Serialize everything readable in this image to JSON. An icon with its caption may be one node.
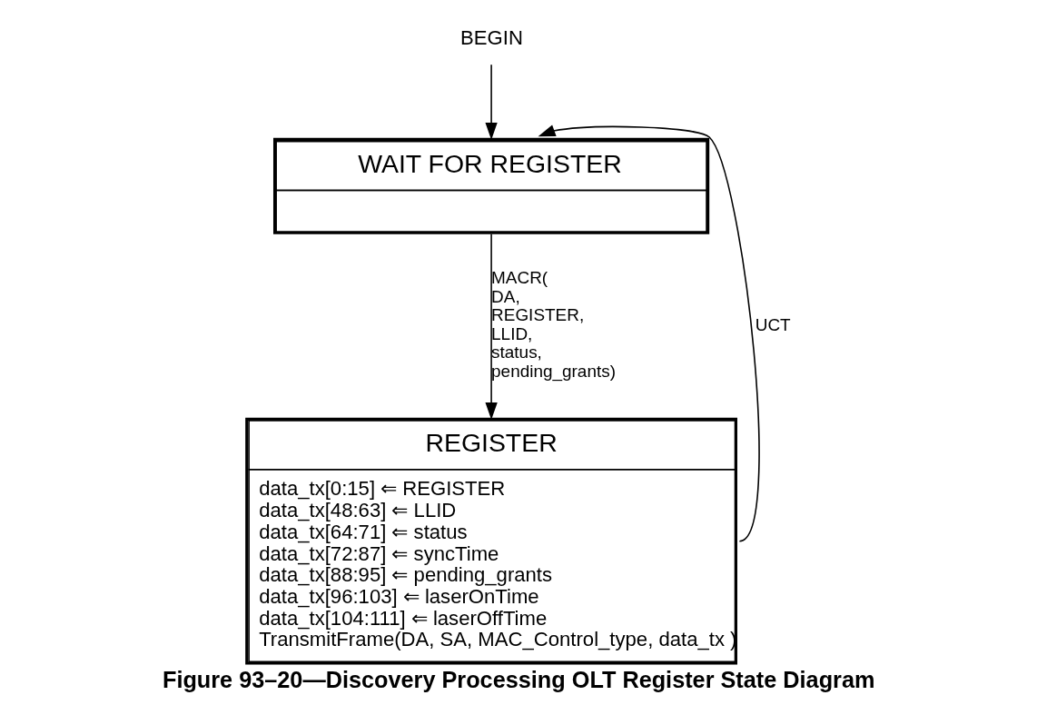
{
  "diagram": {
    "caption": "Figure 93–20—Discovery Processing OLT Register State Diagram",
    "nodes": [
      {
        "text": [
          "BEGIN"
        ]
      },
      {
        "text": [
          "WAIT FOR REGISTER"
        ]
      },
      {
        "text": [
          "REGISTER",
          "data_tx[0:15] ⇐ REGISTER",
          "data_tx[48:63] ⇐ LLID",
          "data_tx[64:71] ⇐ status",
          "data_tx[72:87] ⇐ syncTime",
          "data_tx[88:95] ⇐ pending_grants",
          "data_tx[96:103] ⇐ laserOnTime",
          "data_tx[104:111] ⇐ laserOffTime",
          "TransmitFrame(DA, SA, MAC_Control_type, data_tx )"
        ]
      }
    ],
    "edges": [
      {
        "from": 0,
        "to": 1,
        "arrow": "to"
      },
      {
        "from": 1,
        "to": 2,
        "arrow": "to",
        "label": "MACR( DA, REGISTER, LLID, status, pending_grants)"
      },
      {
        "from": 2,
        "to": 1,
        "arrow": "to",
        "label": "UCT"
      }
    ]
  }
}
